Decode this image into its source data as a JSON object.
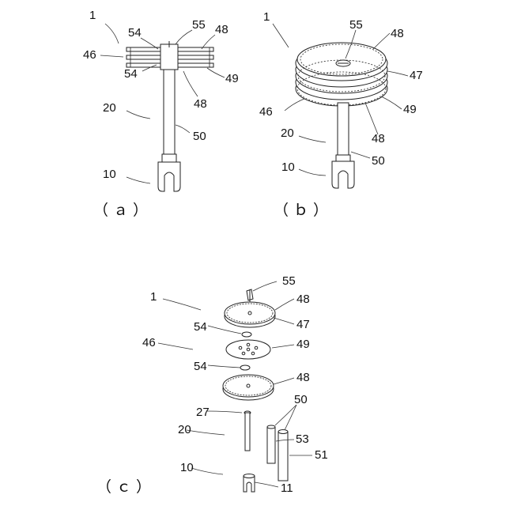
{
  "captions": {
    "a": "（ａ）",
    "b": "（ｂ）",
    "c": "（ｃ）"
  },
  "labels": {
    "a": [
      "1",
      "54",
      "55",
      "48",
      "46",
      "54",
      "49",
      "48",
      "20",
      "50",
      "10"
    ],
    "b": [
      "1",
      "55",
      "48",
      "47",
      "46",
      "49",
      "48",
      "20",
      "50",
      "10"
    ],
    "c": [
      "55",
      "1",
      "48",
      "47",
      "54",
      "46",
      "49",
      "54",
      "48",
      "50",
      "27",
      "20",
      "53",
      "51",
      "10",
      "11"
    ]
  },
  "colors": {
    "line": "#222222",
    "background": "#ffffff"
  }
}
